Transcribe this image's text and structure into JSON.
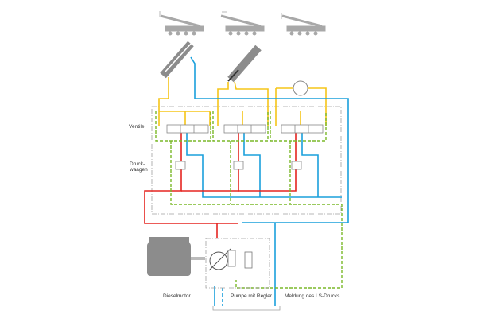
{
  "labels": {
    "valves": "Ventile",
    "pressure_comp_line1": "Druck-",
    "pressure_comp_line2": "waagen",
    "engine": "Dieselmotor",
    "pump": "Pumpe mit Regler",
    "ls_signal": "Meldung des LS-Drucks"
  },
  "colors": {
    "pressure": "#e52521",
    "return": "#1aa0dc",
    "work": "#f5c518",
    "load_sense": "#7ab829",
    "component": "#8c8c8c",
    "boundary": "#a0a0a0"
  },
  "components": {
    "cranes": [
      "crane-telescoping",
      "crane-luffing",
      "crane-slewing"
    ],
    "actuators": [
      "cylinder-telescope",
      "cylinder-luffing",
      "hydraulic-motor-slewing"
    ],
    "valve_sections": 3
  }
}
